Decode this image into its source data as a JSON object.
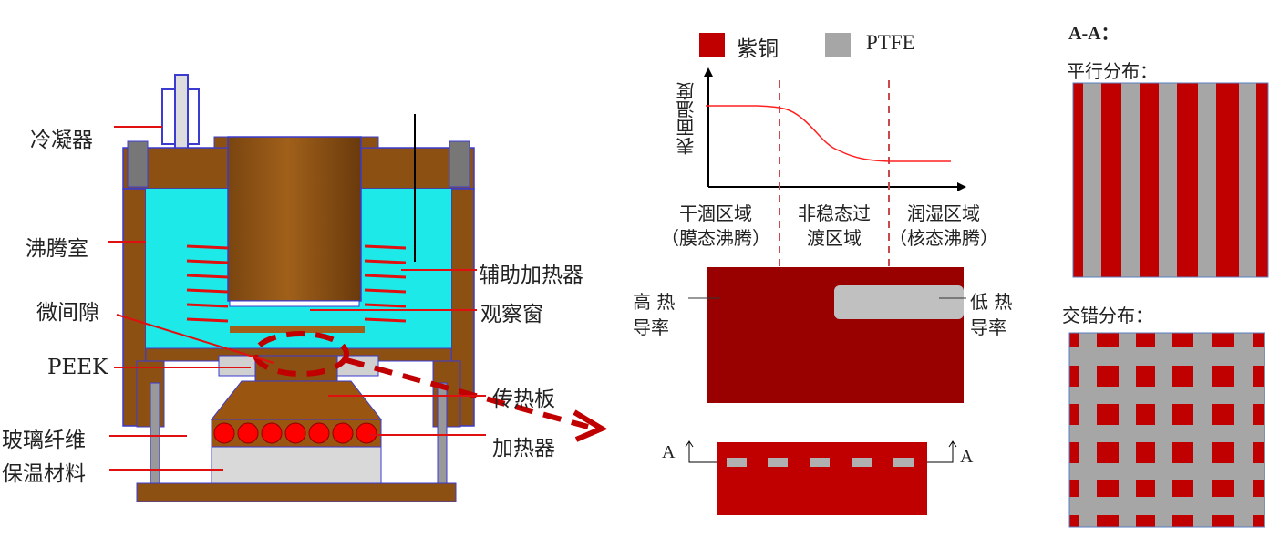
{
  "apparatus": {
    "labels": {
      "condenser": "冷凝器",
      "boiling_chamber": "沸腾室",
      "micro_gap": "微间隙",
      "peek": "PEEK",
      "glass_fiber": "玻璃纤维",
      "insulation": "保温材料",
      "aux_heater": "辅助加热器",
      "window": "观察窗",
      "heat_plate": "传热板",
      "heater": "加热器"
    }
  },
  "legend": {
    "copper": "紫铜",
    "ptfe": "PTFE",
    "copper_color": "#c00000",
    "ptfe_color": "#a6a6a6"
  },
  "temp_plot": {
    "ylabel": "表面温度",
    "regions": [
      {
        "line1": "干涸区域",
        "line2": "（膜态沸腾）"
      },
      {
        "line1": "非稳态过",
        "line2": "渡区域"
      },
      {
        "line1": "润湿区域",
        "line2": "（核态沸腾）"
      }
    ]
  },
  "conductivity": {
    "high_line1": "高 热",
    "high_line2": "导率",
    "low_line1": "低 热",
    "low_line2": "导率"
  },
  "section": {
    "left_marker": "A",
    "right_marker": "A",
    "title": "A-A：",
    "parallel_label": "平行分布：",
    "staggered_label": "交错分布："
  }
}
